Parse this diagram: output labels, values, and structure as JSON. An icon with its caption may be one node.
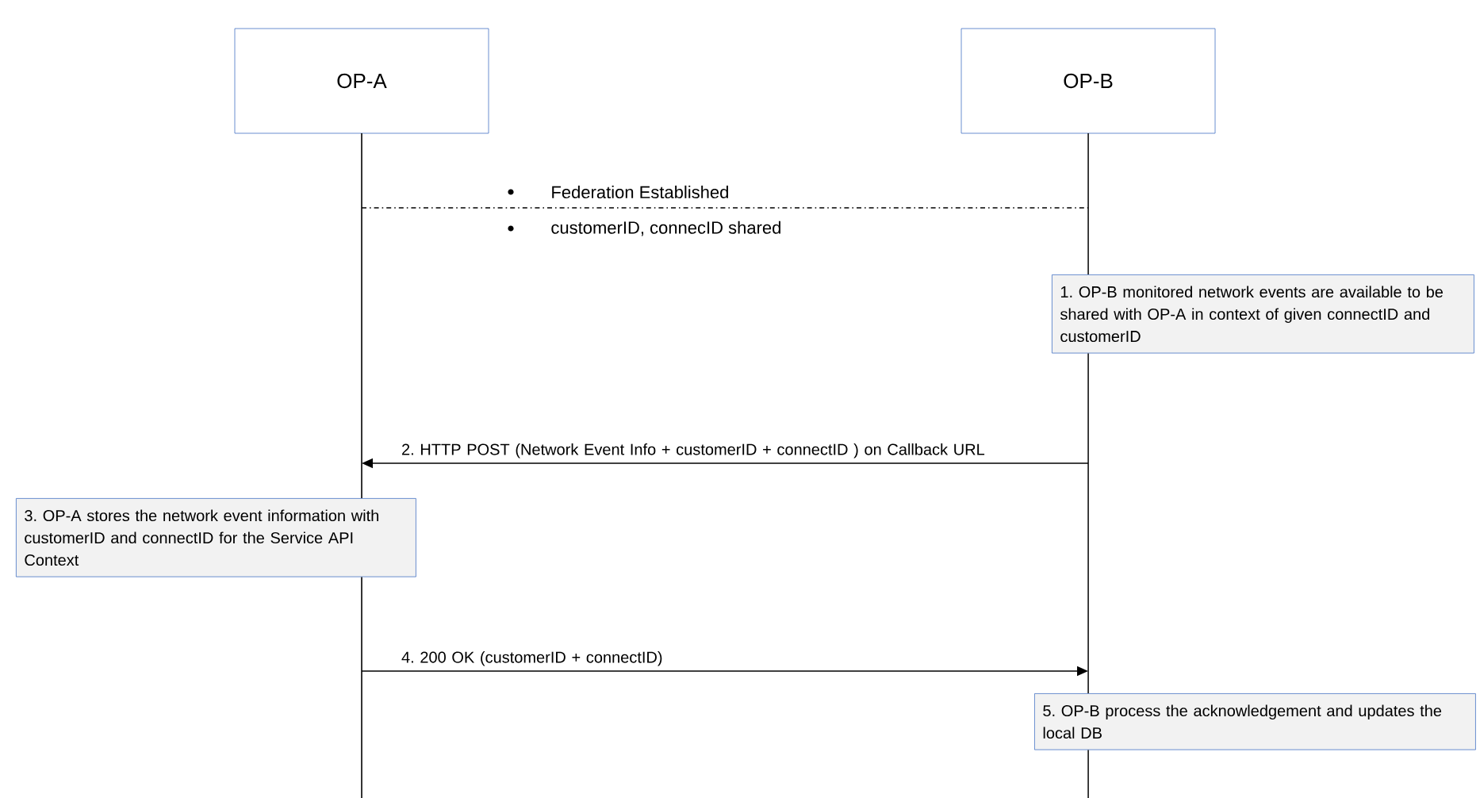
{
  "diagram": {
    "nodes": [
      {
        "text": [
          "OP-A"
        ]
      },
      {
        "text": [
          "OP-B"
        ]
      },
      {
        "text": [
          "1. OP-B monitored network events are available to be shared with OP-A in context of given connectID and customerID"
        ]
      },
      {
        "text": [
          "3. OP-A stores the network event information with customerID and connectID for the Service API Context"
        ]
      },
      {
        "text": [
          "5. OP-B process the acknowledgement and updates the local DB"
        ]
      }
    ],
    "edges": [
      {
        "from": 0,
        "to": 1,
        "arrow": "none",
        "style": "dashed"
      },
      {
        "from": 1,
        "to": 0,
        "arrow": "to",
        "label": "2. HTTP POST (Network Event Info + customerID + connectID ) on Callback URL"
      },
      {
        "from": 0,
        "to": 1,
        "arrow": "to",
        "label": "4. 200 OK (customerID + connectID)"
      }
    ],
    "labels": [
      "Federation Established",
      "customerID, connecID shared"
    ]
  }
}
